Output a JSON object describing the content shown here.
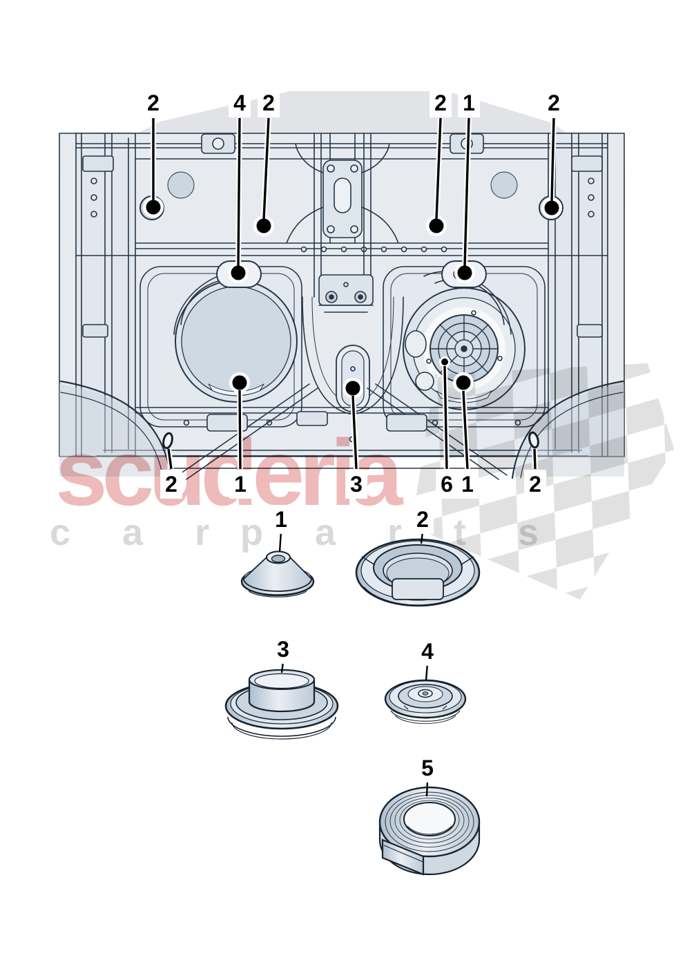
{
  "watermark": {
    "brand_text": "scuderia",
    "sub_left": "c a r",
    "sub_right": "p a r t s",
    "brand_color": "#edb3b3",
    "letter_color": "#d9d9d9",
    "flag_color": "#cfcfcf"
  },
  "diagram_callouts": {
    "top": [
      {
        "label": "2"
      },
      {
        "label": "4"
      },
      {
        "label": "2"
      },
      {
        "label": "2"
      },
      {
        "label": "1"
      },
      {
        "label": "2"
      }
    ],
    "bottom": [
      {
        "label": "2"
      },
      {
        "label": "1"
      },
      {
        "label": "3"
      },
      {
        "label": "6"
      },
      {
        "label": "1"
      },
      {
        "label": "2"
      }
    ]
  },
  "parts": [
    {
      "number": "1",
      "name": "cover-plug-round"
    },
    {
      "number": "2",
      "name": "cover-cap-large"
    },
    {
      "number": "3",
      "name": "sealing-plug-cylindrical"
    },
    {
      "number": "4",
      "name": "cover-cap-flat"
    },
    {
      "number": "5",
      "name": "sealing-tape-roll"
    }
  ],
  "drawing_colors": {
    "line": "#243546",
    "panel": "#e6eaef",
    "accent_fill": "#cfd9e3"
  }
}
